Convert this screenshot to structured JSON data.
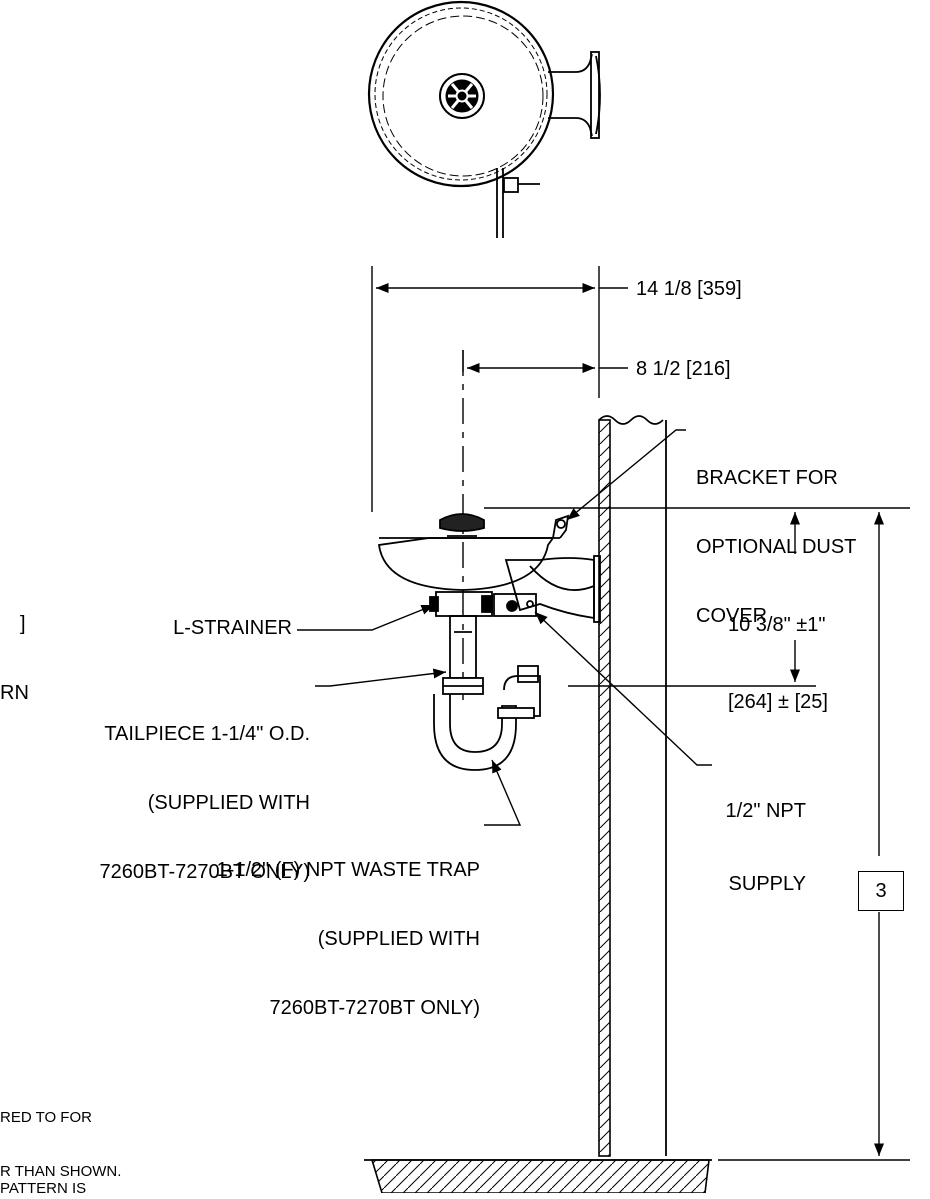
{
  "labels": {
    "width_overall": "14 1/8 [359]",
    "width_center": "8 1/2 [216]",
    "bracket_line1": "BRACKET FOR",
    "bracket_line2": "OPTIONAL DUST",
    "bracket_line3": "COVER",
    "height_line1": "10 3/8\" ±1\"",
    "height_line2": "[264] ± [25]",
    "strainer": "L-STRAINER",
    "tail_line1": "TAILPIECE 1-1/4\" O.D.",
    "tail_line2": "(SUPPLIED WITH",
    "tail_line3": "7260BT-7270BT ONLY)",
    "trap_line1": "1-1/2\" (F) NPT WASTE TRAP",
    "trap_line2": "(SUPPLIED WITH",
    "trap_line3": "7260BT-7270BT ONLY)",
    "supply_line1": "1/2\" NPT",
    "supply_line2": "SUPPLY",
    "note_box": "3",
    "cut_left1": "]",
    "cut_left2": "RN",
    "cut_note1": "RED TO FOR",
    "cut_note2": "R THAN SHOWN.",
    "cut_note3": "PATTERN IS"
  }
}
